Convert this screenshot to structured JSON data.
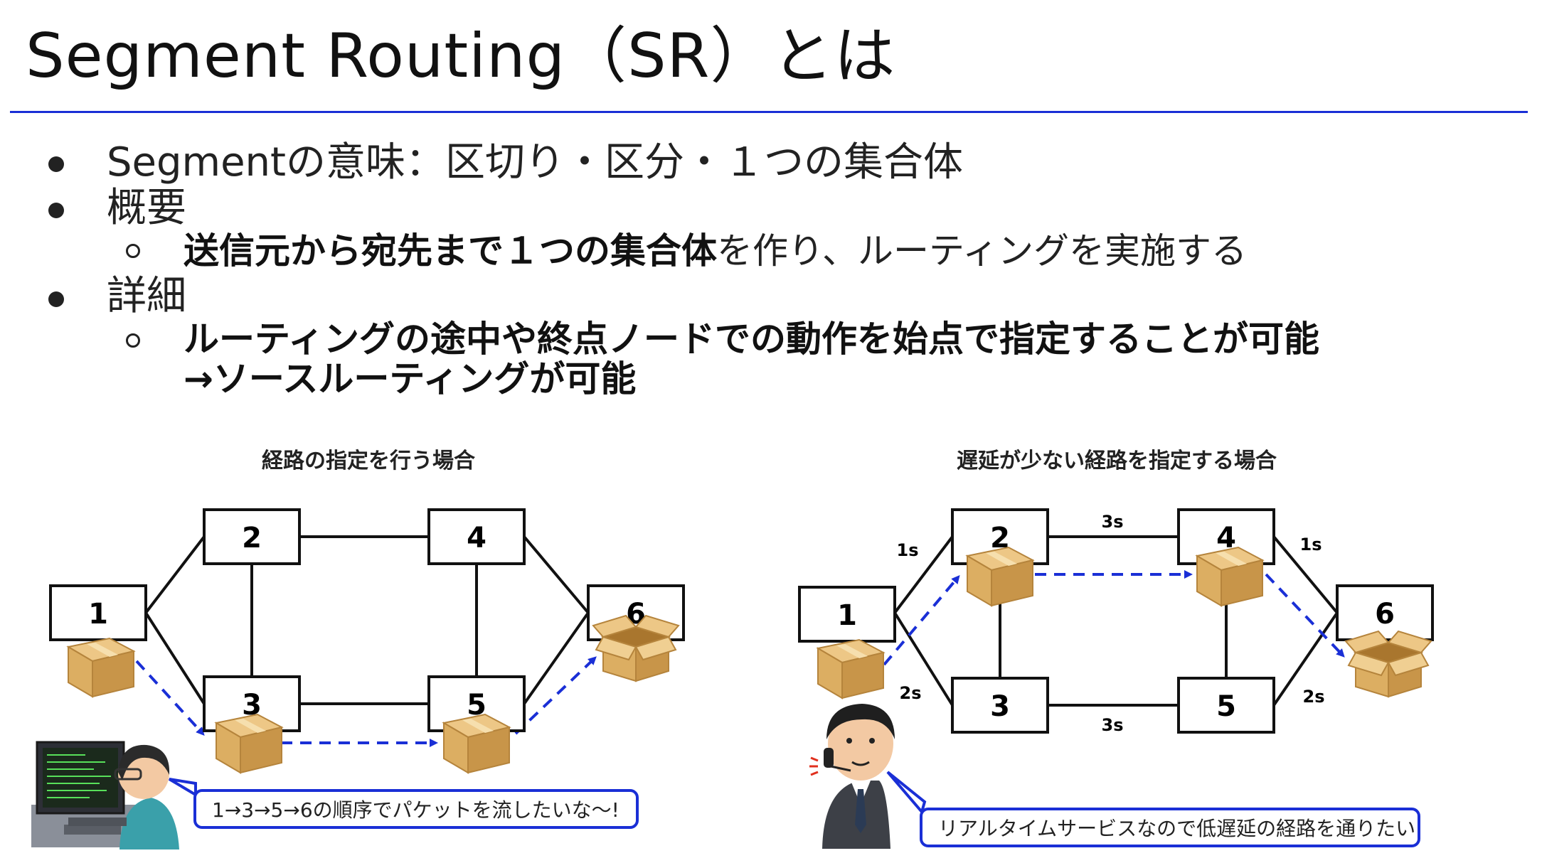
{
  "slide": {
    "title": "Segment Routing（SR）とは",
    "bullets": [
      {
        "text": "Segmentの意味：区切り・区分・１つの集合体"
      },
      {
        "text": "概要"
      },
      {
        "bold": "送信元から宛先まで１つの集合体",
        "rest": "を作り、ルーティングを実施する"
      },
      {
        "text": "詳細"
      },
      {
        "bold": "ルーティングの途中や終点ノードでの動作を始点で指定することが可能"
      },
      {
        "bold": "→ソースルーティングが可能"
      }
    ]
  },
  "diagram_left": {
    "title": "経路の指定を行う場合",
    "nodes": [
      "1",
      "2",
      "3",
      "4",
      "5",
      "6"
    ],
    "speech": "1→3→5→6の順序でパケットを流したいな〜!"
  },
  "diagram_right": {
    "title": "遅延が少ない経路を指定する場合",
    "nodes": [
      "1",
      "2",
      "3",
      "4",
      "5",
      "6"
    ],
    "edge_labels": {
      "e12": "1s",
      "e13": "2s",
      "e24": "3s",
      "e35": "3s",
      "e46": "1s",
      "e56": "2s"
    },
    "speech": "リアルタイムサービスなので低遅延の経路を通りたい"
  },
  "colors": {
    "accent": "#1a2fd6",
    "box": "#d9ad63",
    "text": "#222222"
  }
}
